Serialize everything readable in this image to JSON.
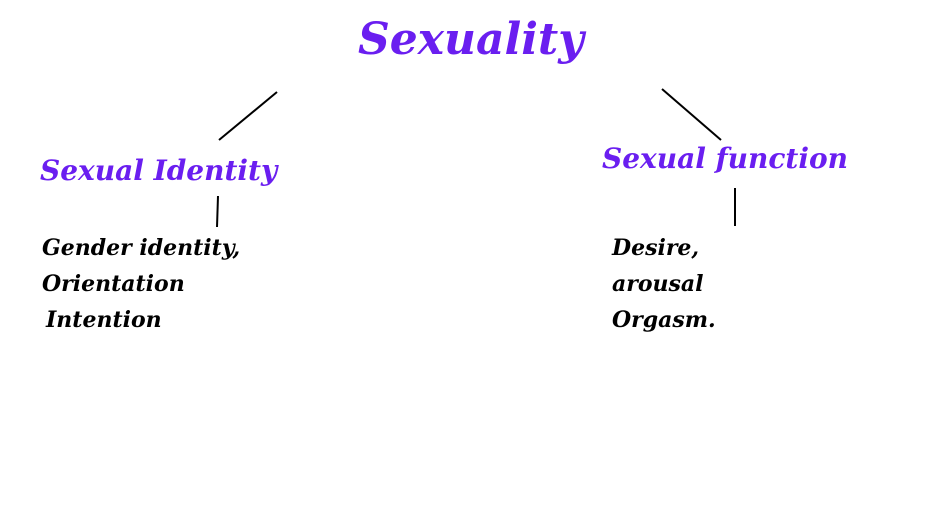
{
  "title": "Sexuality",
  "left": {
    "heading": "Sexual Identity",
    "lines": [
      "Gender identity,",
      "Orientation",
      "Intention"
    ]
  },
  "right": {
    "heading": "Sexual function",
    "lines": [
      "Desire,",
      "arousal",
      "Orgasm."
    ]
  },
  "accent": "#6a1ef0"
}
